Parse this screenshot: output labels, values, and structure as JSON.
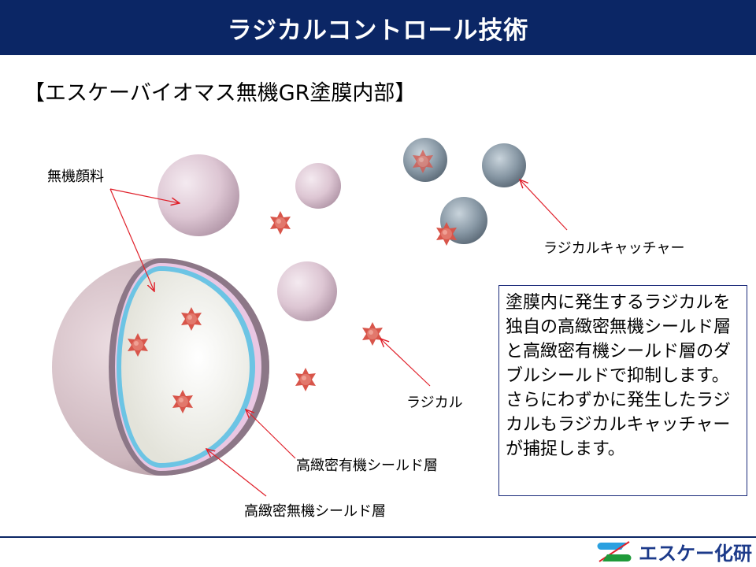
{
  "header": {
    "title": "ラジカルコントロール技術"
  },
  "subtitle": "【エスケーバイオマス無機GR塗膜内部】",
  "labels": {
    "inorganic_pigment": "無機顔料",
    "radical_catcher": "ラジカルキャッチャー",
    "radical": "ラジカル",
    "organic_shield": "高緻密有機シールド層",
    "inorganic_shield": "高緻密無機シールド層"
  },
  "description": "塗膜内に発生するラジカルを独自の高緻密無機シールド層と高緻密有機シールド層のダブルシールドで抑制します。さらにわずかに発生したラジカルもラジカルキャッチャーが捕捉します。",
  "footer": {
    "company": "エスケー化研"
  },
  "colors": {
    "navy": "#0b2665",
    "arrow": "#e0202a",
    "radical": "#d9534f",
    "shield_blue": "#6cc4e4",
    "shield_pink": "#e8c4e2"
  }
}
